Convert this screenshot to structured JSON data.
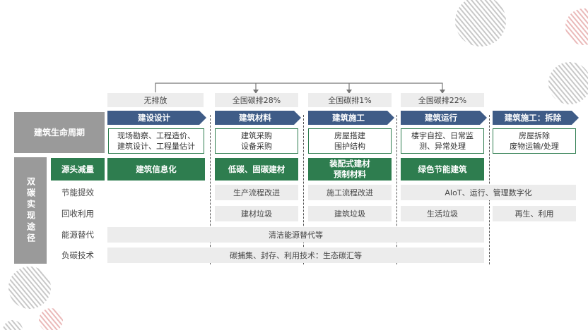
{
  "emissions": [
    "无排放",
    "全国碳排28%",
    "全国碳排1%",
    "全国碳排22%"
  ],
  "stages": [
    "建设设计",
    "建筑材料",
    "建筑施工",
    "建筑运行",
    "建筑施工：拆除"
  ],
  "lifecycle_label": "建筑生命周期",
  "lifecycle_tasks": [
    "现场勘察、工程造价、\n建筑设计、工程量估计",
    "建筑采购\n设备采购",
    "房屋搭建\n围护结构",
    "楼宇自控、日常监\n测、异常处理",
    "房屋拆除\n废物运输/处理"
  ],
  "dual_carbon_label": "双碳实现途径",
  "paths": {
    "source_reduction": {
      "label": "源头减量",
      "items": [
        "建筑信息化",
        "低碳、固碳建材",
        "装配式建材\n预制材料",
        "绿色节能建筑"
      ]
    },
    "energy_efficiency": {
      "label": "节能提效",
      "items": [
        "生产流程改进",
        "施工流程改进",
        "AIoT、运行、管理数字化"
      ]
    },
    "recycling": {
      "label": "回收利用",
      "items": [
        "建材垃圾",
        "建筑垃圾",
        "生活垃圾",
        "再生、利用"
      ]
    },
    "energy_substitution": {
      "label": "能源替代",
      "items": [
        "清洁能源替代等"
      ]
    },
    "negative_carbon": {
      "label": "负碳技术",
      "items": [
        "碳捕集、封存、利用技术：生态碳汇等"
      ]
    }
  },
  "colors": {
    "stage_blue": "#3f5c87",
    "green": "#2e7d4f",
    "label_gray": "#9a9a9a",
    "cell_gray": "#ececec"
  }
}
